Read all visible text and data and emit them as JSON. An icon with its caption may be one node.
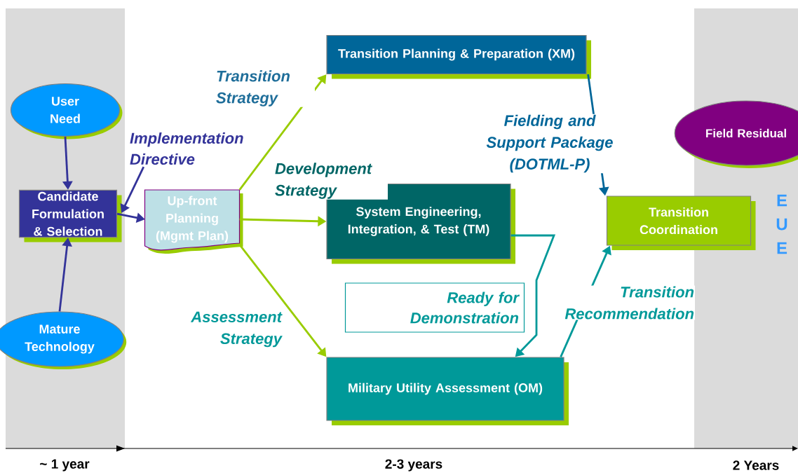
{
  "diagram": {
    "nodes": [
      {
        "text": [
          "User Need"
        ]
      },
      {
        "text": [
          "Candidate Formulation & Selection"
        ]
      },
      {
        "text": [
          "Mature Technology"
        ]
      },
      {
        "text": [
          "Up-front Planning (Mgmt Plan)"
        ]
      },
      {
        "text": [
          "Transition Planning & Preparation (XM)"
        ]
      },
      {
        "text": [
          "System Engineering, Integration, & Test (TM)"
        ]
      },
      {
        "text": [
          "Military Utility Assessment (OM)"
        ]
      },
      {
        "text": [
          "Transition Coordination"
        ]
      },
      {
        "text": [
          "Field Residual"
        ]
      },
      {
        "text": [
          "Ready for Demonstration"
        ]
      },
      {
        "text": [
          "Implementation Directive"
        ]
      }
    ],
    "edges": [
      {
        "from": 0,
        "to": 1,
        "arrow": "to"
      },
      {
        "from": 2,
        "to": 1,
        "arrow": "to"
      },
      {
        "from": 1,
        "to": 3,
        "arrow": "to"
      },
      {
        "from": 10,
        "to": 1,
        "arrow": "to"
      },
      {
        "from": 3,
        "to": 4,
        "arrow": "to",
        "label": "Transition Strategy",
        "color": "#99cc00"
      },
      {
        "from": 3,
        "to": 5,
        "arrow": "to",
        "label": "Development Strategy",
        "color": "#99cc00"
      },
      {
        "from": 3,
        "to": 6,
        "arrow": "to",
        "label": "Assessment Strategy",
        "color": "#99cc00"
      },
      {
        "from": 4,
        "to": 7,
        "arrow": "to",
        "label": "Fielding and Support Package (DOTML-P)",
        "color": "#006699"
      },
      {
        "from": 5,
        "to": 6,
        "arrow": "to",
        "color": "#009999"
      },
      {
        "from": 6,
        "to": 7,
        "arrow": "to",
        "label": "Transition Recommendation",
        "color": "#009999"
      }
    ],
    "labels": [
      "E",
      "U",
      "E",
      "~ 1 year",
      "2-3 years",
      "2 Years"
    ]
  }
}
